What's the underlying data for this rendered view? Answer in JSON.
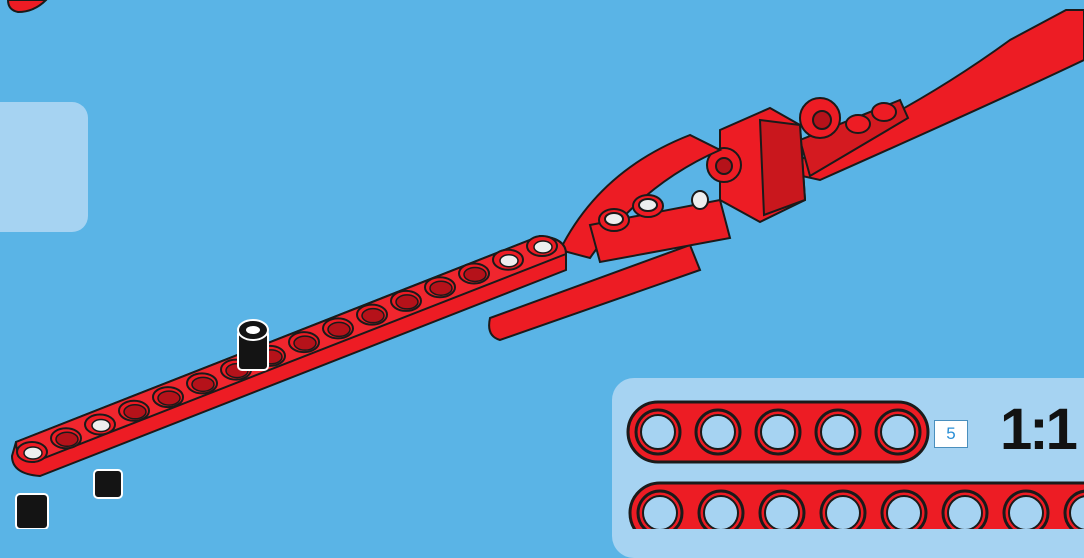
{
  "callout": {
    "beam_length": "5",
    "scale": "1:1"
  },
  "colors": {
    "background": "#5ab4e6",
    "panel": "#a6d3f2",
    "part_red": "#ed1c24",
    "outline": "#1a1a1a",
    "pin_black": "#141414"
  },
  "icons": [
    "red-liftarm-part",
    "black-connector-pin",
    "red-beam-5-icon",
    "red-beam-long-icon"
  ]
}
